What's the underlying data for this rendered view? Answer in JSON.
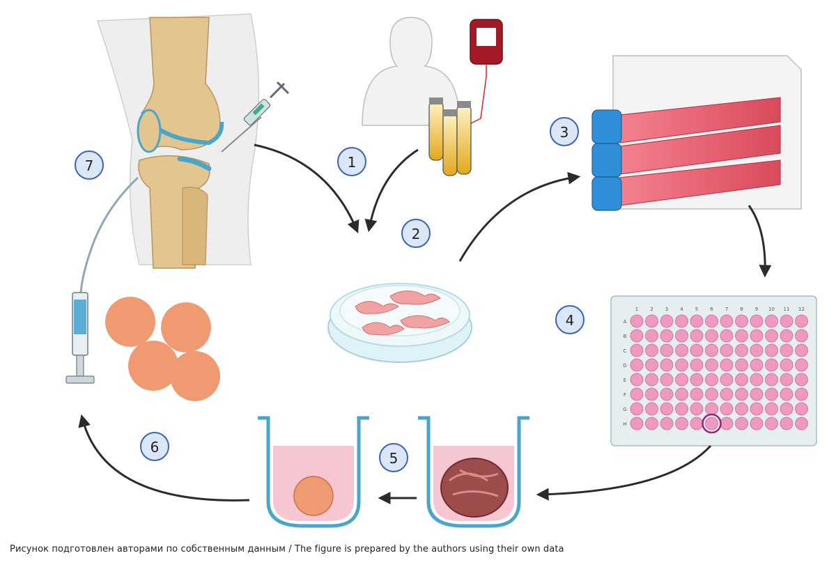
{
  "steps": [
    {
      "label": "1"
    },
    {
      "label": "2"
    },
    {
      "label": "3"
    },
    {
      "label": "4"
    },
    {
      "label": "5"
    },
    {
      "label": "6"
    },
    {
      "label": "7"
    }
  ],
  "plate": {
    "columns": [
      "1",
      "2",
      "3",
      "4",
      "5",
      "6",
      "7",
      "8",
      "9",
      "10",
      "11",
      "12"
    ],
    "rows": [
      "A",
      "B",
      "C",
      "D",
      "E",
      "F",
      "G",
      "H"
    ],
    "highlighted_well": "H6"
  },
  "caption": "Рисунок подготовлен авторами по собственным данным / The figure is prepared by the authors using their own data",
  "colors": {
    "badge_fill": "#dbe6f7",
    "badge_stroke": "#3a63b0",
    "arrow": "#2b2b2b",
    "flask_medium": "#e8606e",
    "cap_blue": "#2f8fd8",
    "well_pink": "#ee9ac0",
    "spheroid_orange": "#f09a72",
    "bone": "#e2c58f",
    "cartilage": "#4aa6c9"
  }
}
